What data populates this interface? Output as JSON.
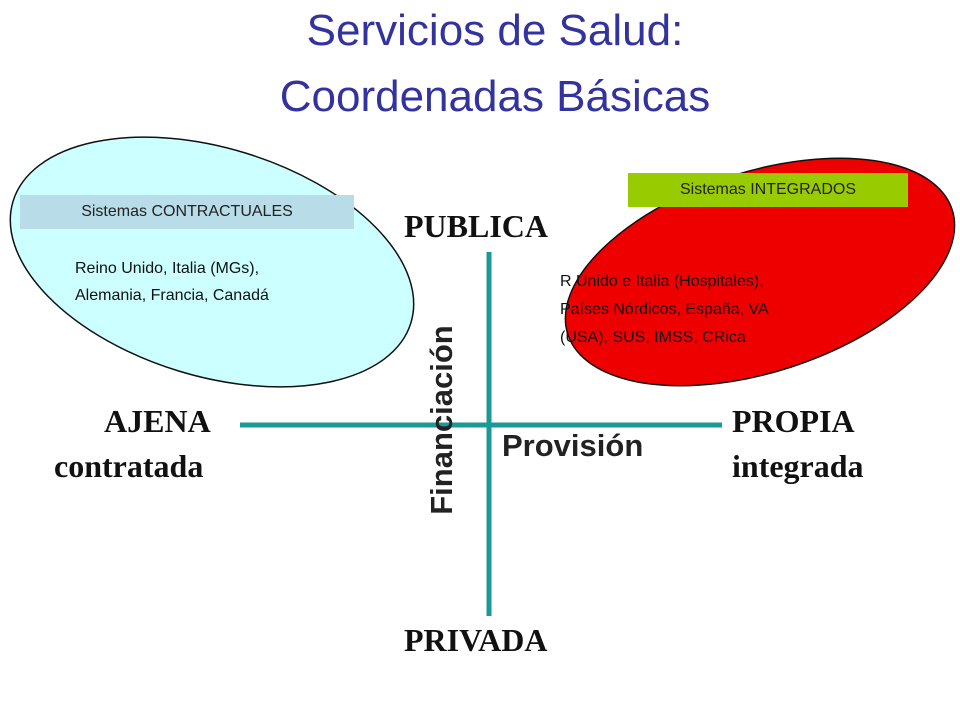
{
  "title": {
    "line1": "Servicios de Salud:",
    "line2": "Coordenadas Básicas"
  },
  "axes": {
    "top": "PUBLICA",
    "bottom": "PRIVADA",
    "left_line1": "AJENA",
    "left_line2": "contratada",
    "right_line1": "PROPIA",
    "right_line2": "integrada",
    "vertical_label": "Financiación",
    "horizontal_label": "Provisión"
  },
  "contractual": {
    "label": "Sistemas CONTRACTUALES",
    "line1": "Reino Unido, Italia (MGs),",
    "line2": "Alemania, Francia, Canadá"
  },
  "integrated": {
    "label": "Sistemas INTEGRADOS",
    "line1": "R Unido e Italia (Hospitales),",
    "line2": "Países  Nórdicos,  España, VA",
    "line3": "(USA), SUS, IMSS, CRica"
  },
  "colors": {
    "title": "#3333a0",
    "axis": "#1a9a96",
    "contractual_fill": "#ccffff",
    "integrated_fill": "#ee0000",
    "contractual_label_bg": "#b8dde8",
    "integrated_label_bg": "#99cc00"
  }
}
